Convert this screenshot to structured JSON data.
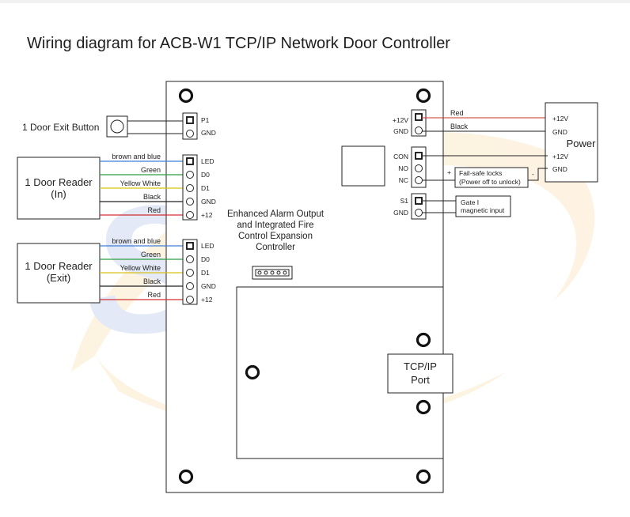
{
  "title": "Wiring diagram for ACB-W1 TCP/IP Network Door Controller",
  "watermark": {
    "text": "STA",
    "colors": [
      "#2d5bbf",
      "#f5a623"
    ]
  },
  "exit_button": {
    "label": "1 Door Exit Button"
  },
  "p1_terminal": {
    "pins": [
      "P1",
      "GND"
    ]
  },
  "reader_in": {
    "label_line1": "1  Door Reader",
    "label_line2": "(In)",
    "wires": [
      {
        "label": "brown and blue",
        "color": "#3f7fd6"
      },
      {
        "label": "Green",
        "color": "#2e9e3e"
      },
      {
        "label": "Yellow White",
        "color": "#d8c21a"
      },
      {
        "label": "Black",
        "color": "#222222"
      },
      {
        "label": "Red",
        "color": "#d33030"
      }
    ],
    "pins": [
      "LED",
      "D0",
      "D1",
      "GND",
      "+12"
    ]
  },
  "reader_exit": {
    "label_line1": "1  Door Reader",
    "label_line2": "(Exit)",
    "wires": [
      {
        "label": "brown and blue",
        "color": "#3f7fd6"
      },
      {
        "label": "Green",
        "color": "#2e9e3e"
      },
      {
        "label": "Yellow White",
        "color": "#d8c21a"
      },
      {
        "label": "Black",
        "color": "#222222"
      },
      {
        "label": "Red",
        "color": "#d33030"
      }
    ],
    "pins": [
      "LED",
      "D0",
      "D1",
      "GND",
      "+12"
    ]
  },
  "power_terminal": {
    "pins": [
      "+12V",
      "GND"
    ],
    "wire_labels": [
      "Red",
      "Black"
    ],
    "wire_colors": [
      "#d33030",
      "#222222"
    ]
  },
  "power_supply": {
    "label": "Power",
    "pins": [
      "+12V",
      "GND",
      "+12V",
      "GND"
    ]
  },
  "lock_terminal": {
    "pins": [
      "CON",
      "NO",
      "NC"
    ]
  },
  "lock": {
    "line1": "Fail-safe locks",
    "line2": "(Power off to unlock)",
    "plus": "+",
    "minus": "-"
  },
  "gate_terminal": {
    "pins": [
      "S1",
      "GND"
    ]
  },
  "gate": {
    "line1": "Gate I",
    "line2": "magnetic input"
  },
  "expansion": {
    "line1": "Enhanced Alarm Output",
    "line2": "and Integrated Fire",
    "line3": "Control Expansion",
    "line4": "Controller"
  },
  "tcpip": {
    "line1": "TCP/IP",
    "line2": "Port"
  }
}
